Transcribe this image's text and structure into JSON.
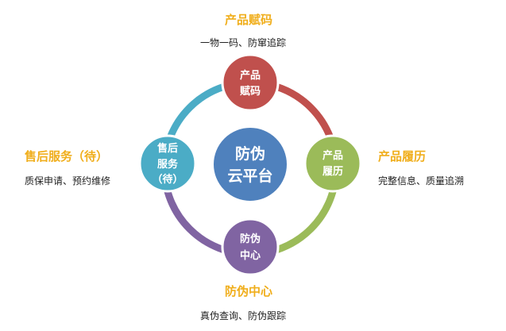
{
  "colors": {
    "label": "#f0ae1c",
    "top": "#c0504d",
    "right": "#9bbb59",
    "bottom": "#8064a2",
    "left": "#4bacc6",
    "center": "#4f81bd"
  },
  "center": {
    "line1": "防伪",
    "line2": "云平台"
  },
  "nodes": {
    "top": {
      "line1": "产品",
      "line2": "赋码"
    },
    "right": {
      "line1": "产品",
      "line2": "履历"
    },
    "bottom": {
      "line1": "防伪",
      "line2": "中心"
    },
    "left": {
      "line1": "售后",
      "line2": "服务",
      "line3": "（待）"
    }
  },
  "labels": {
    "top": {
      "title": "产品赋码",
      "desc": "一物一码、防窜追踪"
    },
    "right": {
      "title": "产品履历",
      "desc": "完整信息、质量追溯"
    },
    "bottom": {
      "title": "防伪中心",
      "desc": "真伪查询、防伪跟踪"
    },
    "left": {
      "title": "售后服务（待）",
      "desc": "质保申请、预约维修"
    }
  }
}
